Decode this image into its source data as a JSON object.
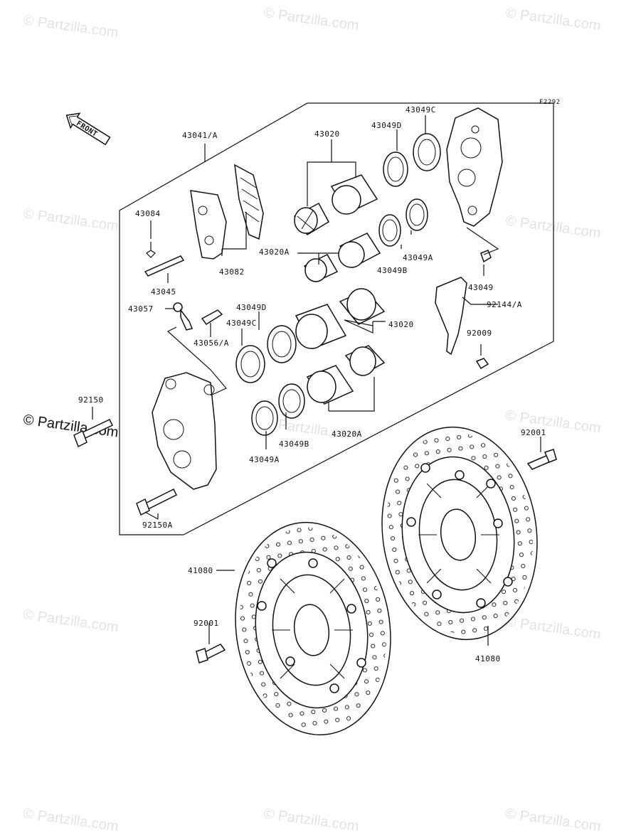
{
  "diagram": {
    "figure_code": "F2292",
    "front_label": "FRONT",
    "watermark": "© Partzilla.com",
    "watermark_main": "© Partzilla.com",
    "labels": {
      "p43041A": "43041/A",
      "p43020_top": "43020",
      "p43049D_top": "43049D",
      "p43049C_top": "43049C",
      "p43084": "43084",
      "p43082": "43082",
      "p43020A_top": "43020A",
      "p43049B_top": "43049B",
      "p43049A_top": "43049A",
      "p43045": "43045",
      "p43049": "43049",
      "p92144A": "92144/A",
      "p43057": "43057",
      "p43049D_bot": "43049D",
      "p43049C_bot": "43049C",
      "p43056A": "43056/A",
      "p43020_bot": "43020",
      "p92009": "92009",
      "p92150": "92150",
      "p43020A_bot": "43020A",
      "p43049B_bot": "43049B",
      "p43049A_bot": "43049A",
      "p92001_right": "92001",
      "p92150A": "92150A",
      "p41080_left": "41080",
      "p92001_left": "92001",
      "p41080_right": "41080"
    }
  }
}
